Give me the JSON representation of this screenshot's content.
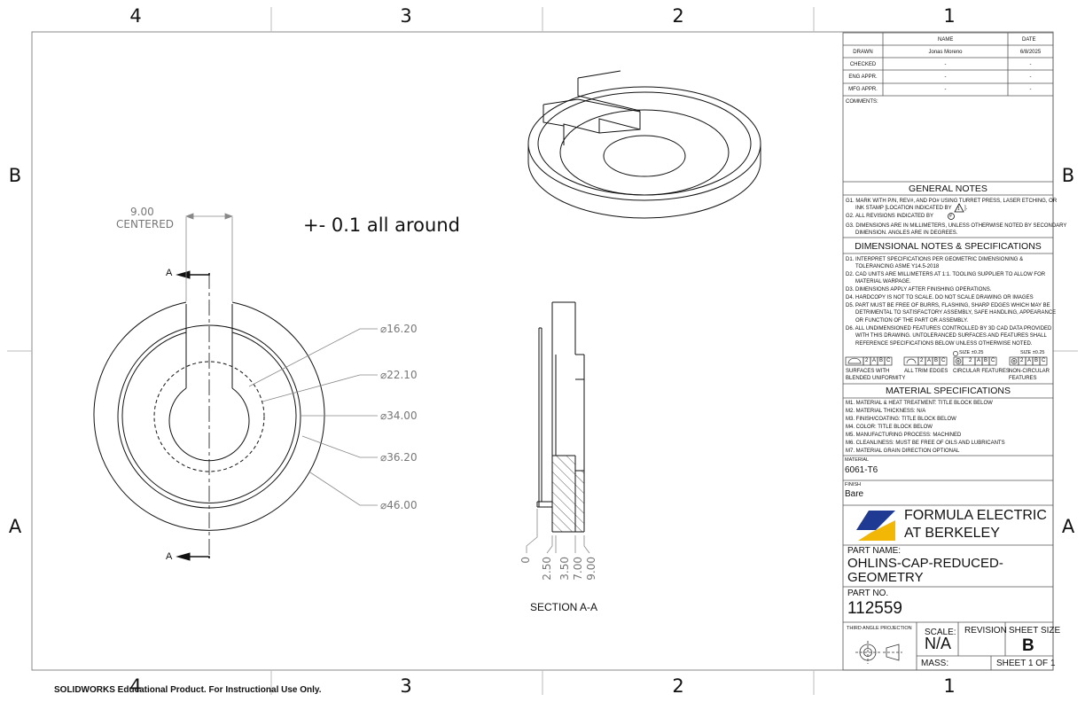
{
  "zones": {
    "columns": [
      "4",
      "3",
      "2",
      "1"
    ],
    "rows": [
      "B",
      "A"
    ]
  },
  "notes": {
    "tolerance": "+- 0.1 all around"
  },
  "dimensions": {
    "width_value": "9.00",
    "width_note": "CENTERED",
    "section_marker": "A",
    "diameters": [
      "⌀16.20",
      "⌀22.10",
      "⌀34.00",
      "⌀36.20",
      "⌀46.00"
    ],
    "ordinates": [
      "0",
      "2.50",
      "3.50",
      "7.00",
      "9.00"
    ]
  },
  "section_view": {
    "label": "SECTION A-A"
  },
  "approvals": {
    "col_name": "NAME",
    "col_date": "DATE",
    "rows": [
      {
        "role": "DRAWN",
        "name": "Jonas Moreno",
        "date": "6/8/2025"
      },
      {
        "role": "CHECKED",
        "name": "-",
        "date": "-"
      },
      {
        "role": "ENG APPR.",
        "name": "-",
        "date": "-"
      },
      {
        "role": "MFG APPR.",
        "name": "-",
        "date": "-"
      }
    ],
    "comments_label": "COMMENTS:"
  },
  "general_notes": {
    "title": "GENERAL NOTES",
    "items": [
      "G1. MARK WITH P/N, REV#, AND PO# USING TURRET PRESS, LASER ETCHING, OR",
      "INK STAMP [LOCATION INDICATED BY",
      "G2. ALL REVISIONS INDICATED BY",
      "G3. DIMENSIONS ARE IN MILLIMETERS, UNLESS OTHERWISE NOTED BY SECONDARY",
      "DIMENSION. ANGLES ARE IN DEGREES."
    ],
    "flag_1": "1",
    "flag_2": "1",
    "flag_3": "#"
  },
  "dimensional_notes": {
    "title": "DIMENSIONAL NOTES & SPECIFICATIONS",
    "items": [
      "D1. INTERPRET SPECIFICATIONS PER GEOMETRIC DIMENSIONING &",
      "TOLERANCING ASME Y14.5-2018",
      "D2. CAD UNITS ARE MILLIMETERS AT 1:1. TOOLING SUPPLIER TO ALLOW FOR",
      "MATERIAL WARPAGE.",
      "D3. DIMENSIONS APPLY AFTER FINISHING OPERATIONS.",
      "D4. HARDCOPY IS NOT TO SCALE. DO NOT SCALE DRAWING OR IMAGES",
      "D5. PART MUST BE FREE OF BURRS, FLASHING, SHARP EDGES WHICH MAY BE",
      "DETRIMENTAL TO SATISFACTORY ASSEMBLY, SAFE HANDLING, APPEARANCE",
      "OR FUNCTION OF THE PART OR ASSEMBLY.",
      "D6. ALL UNDIMENSIONED FEATURES CONTROLLED BY 3D CAD DATA PROVIDED",
      "WITH THIS DRAWING. UNTOLERANCED SURFACES AND FEATURES SHALL",
      "REFERENCE SPECIFICATIONS BELOW UNLESS OTHERWISE NOTED."
    ],
    "fcf": {
      "tol_2": "2",
      "datums": [
        "A",
        "B",
        "C"
      ],
      "size_note_1": "SIZE ±0.25",
      "size_note_2": "SIZE ±0.25",
      "captions": [
        [
          "SURFACES WITH",
          "BLENDED UNIFORMITY"
        ],
        [
          "ALL TRIM EDGES",
          ""
        ],
        [
          "CIRCULAR FEATURES",
          ""
        ],
        [
          "NON-CIRCULAR",
          "FEATURES"
        ]
      ]
    }
  },
  "material_specs": {
    "title": "MATERIAL SPECIFICATIONS",
    "items": [
      "M1. MATERIAL & HEAT TREATMENT: TITLE BLOCK BELOW",
      "M2. MATERIAL THICKNESS: N/A",
      "M3. FINISH/COATING: TITLE BLOCK BELOW",
      "M4. COLOR: TITLE BLOCK BELOW",
      "M5. MANUFACTURING PROCESS: MACHINED",
      "M6. CLEANLINESS: MUST BE FREE OF OILS AND LUBRICANTS",
      "M7. MATERIAL GRAIN DIRECTION OPTIONAL"
    ]
  },
  "title_block": {
    "material_label": "MATERIAL",
    "material": "6061-T6",
    "finish_label": "FINISH",
    "finish": "Bare",
    "org_line1": "FORMULA ELECTRIC",
    "org_line2": "AT BERKELEY",
    "logo_colors": [
      "#1f3a93",
      "#f2b705"
    ],
    "part_name_label": "PART NAME:",
    "part_name_line1": "OHLINS-CAP-REDUCED-",
    "part_name_line2": "GEOMETRY",
    "part_no_label": "PART NO.",
    "part_no": "112559",
    "projection_label": "THIRD ANGLE PROJECTION",
    "scale_label": "SCALE:",
    "scale": "N/A",
    "revision_label": "REVISION",
    "sheet_size_label": "SHEET SIZE",
    "sheet_size": "B",
    "mass_label": "MASS:",
    "sheet": "SHEET 1 OF 1"
  },
  "footer": {
    "watermark": "SOLIDWORKS Educational Product. For Instructional Use Only."
  }
}
